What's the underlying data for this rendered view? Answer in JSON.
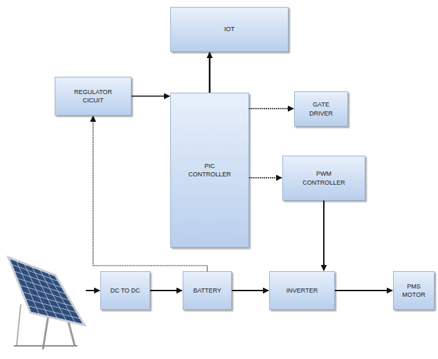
{
  "diagram": {
    "nodes": [
      {
        "text": [
          "IOT"
        ]
      },
      {
        "text": [
          "REGULATOR CICUIT"
        ]
      },
      {
        "text": [
          "PIC CONTROLLER"
        ]
      },
      {
        "text": [
          "GATE DRIVER"
        ]
      },
      {
        "text": [
          "PWM CONTROLLER"
        ]
      },
      {
        "text": [
          "DC TO DC"
        ]
      },
      {
        "text": [
          "BATTERY"
        ]
      },
      {
        "text": [
          "INVERTER"
        ]
      },
      {
        "text": [
          "PMS MOTOR"
        ]
      }
    ],
    "edges": [
      {
        "from": 2,
        "to": 0,
        "arrow": "to"
      },
      {
        "from": 1,
        "to": 2,
        "arrow": "to"
      },
      {
        "from": 2,
        "to": 3,
        "arrow": "to"
      },
      {
        "from": 2,
        "to": 4,
        "arrow": "to"
      },
      {
        "from": 4,
        "to": 7,
        "arrow": "to"
      },
      {
        "from": 6,
        "to": 1,
        "arrow": "to"
      },
      {
        "from": 5,
        "to": 6,
        "arrow": "to"
      },
      {
        "from": 6,
        "to": 7,
        "arrow": "to"
      },
      {
        "from": 7,
        "to": 8,
        "arrow": "to"
      }
    ]
  }
}
